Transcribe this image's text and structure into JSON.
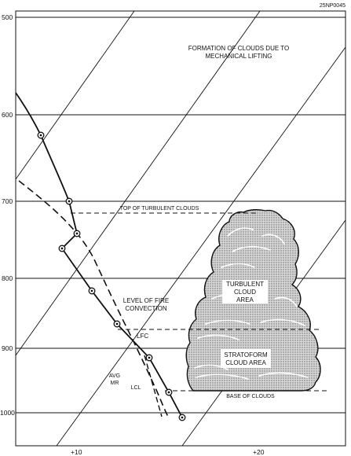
{
  "figure_id": "25NP0045",
  "pressure_ticks": [
    {
      "label": "500",
      "p": 500
    },
    {
      "label": "600",
      "p": 600
    },
    {
      "label": "700",
      "p": 700
    },
    {
      "label": "800",
      "p": 800
    },
    {
      "label": "900",
      "p": 900
    },
    {
      "label": "1000",
      "p": 1000
    }
  ],
  "temperature_ticks": [
    {
      "label": "+10",
      "t": 10
    },
    {
      "label": "+20",
      "t": 20
    }
  ],
  "labels": {
    "formation_line1": "FORMATION OF CLOUDS DUE TO",
    "formation_line2": "MECHANICAL LIFTING",
    "top_turbulent": "TOP OF TURBULENT CLOUDS",
    "level_fire_line1": "LEVEL OF FIRE",
    "level_fire_line2": "CONVECTION",
    "lfc": "LFC",
    "turbulent_line1": "TURBULENT",
    "turbulent_line2": "CLOUD",
    "turbulent_line3": "AREA",
    "stratoform_line1": "STRATOFORM",
    "stratoform_line2": "CLOUD AREA",
    "avg_line1": "AVG",
    "avg_line2": "MR",
    "lcl": "LCL",
    "base_clouds": "BASE OF CLOUDS"
  },
  "colors": {
    "ink": "#111111",
    "cloud_fill": "#bdbdbd",
    "background": "#ffffff"
  }
}
